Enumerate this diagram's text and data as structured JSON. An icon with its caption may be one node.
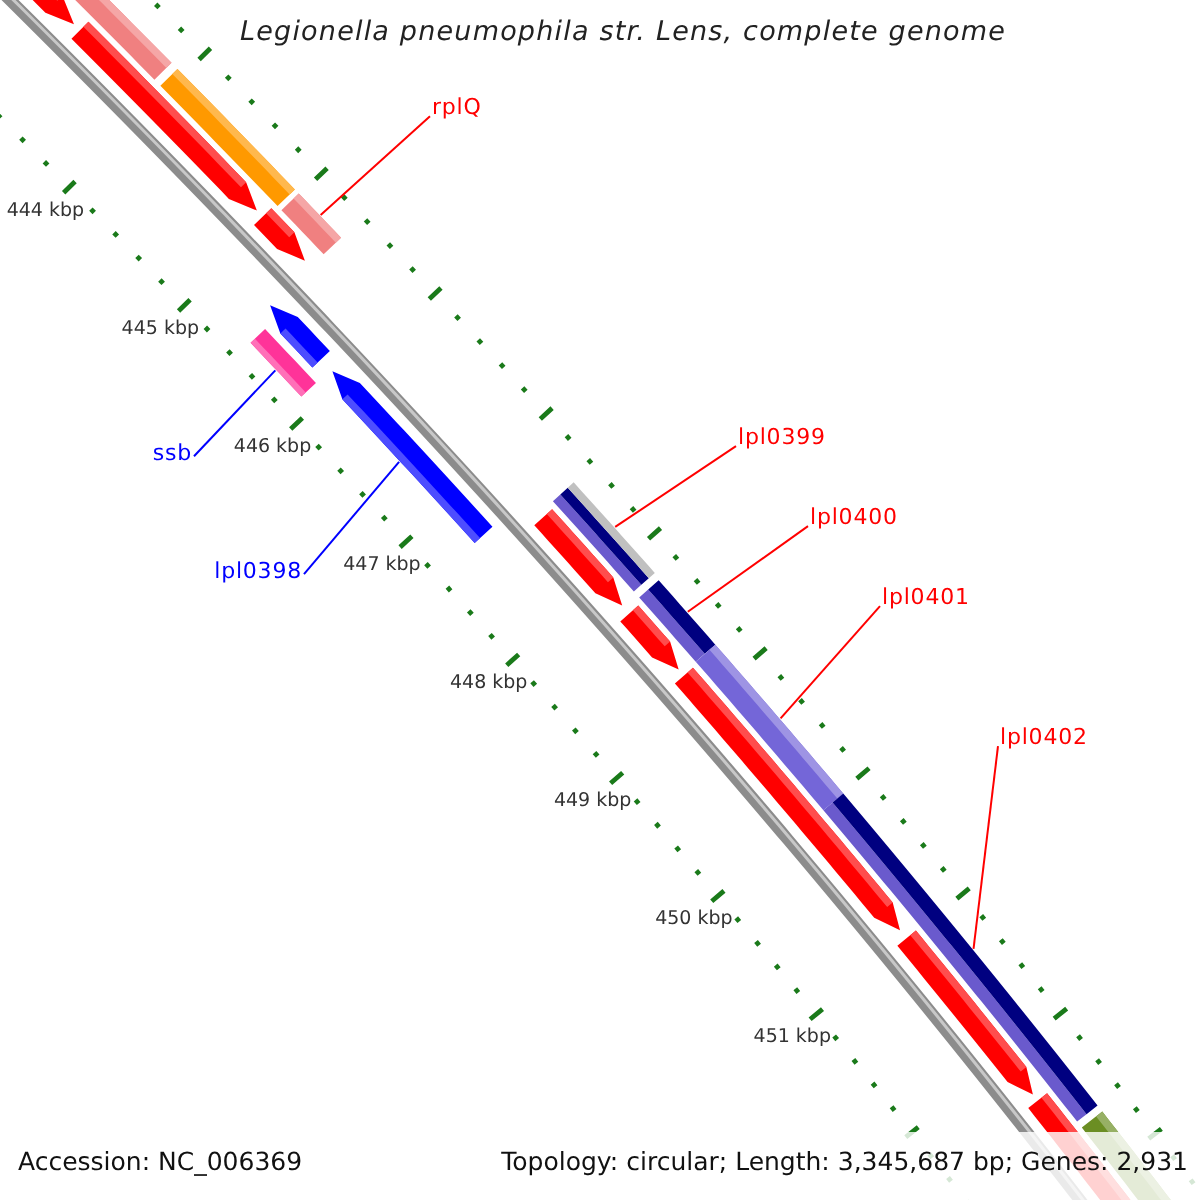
{
  "diagram": {
    "title": "Legionella pneumophila str. Lens, complete genome",
    "nodes": [
      {
        "text": [
          "rplQ"
        ]
      },
      {
        "text": [],
        "shape": "bar"
      },
      {
        "text": [
          "ssb"
        ]
      },
      {
        "text": [],
        "shape": "bar"
      },
      {
        "text": [
          "lpl0398"
        ]
      },
      {
        "text": [],
        "shape": "bar"
      },
      {
        "text": [
          "lpl0399"
        ]
      },
      {
        "text": [],
        "shape": "bar"
      },
      {
        "text": [
          "lpl0400"
        ]
      },
      {
        "text": [],
        "shape": "bar"
      },
      {
        "text": [
          "lpl0401"
        ]
      },
      {
        "text": [],
        "shape": "bar"
      },
      {
        "text": [
          "lpl0402"
        ]
      },
      {
        "text": [],
        "shape": "bar"
      }
    ],
    "edges": [
      {
        "from": 0,
        "to": 1,
        "arrow": "none"
      },
      {
        "from": 2,
        "to": 3,
        "arrow": "none",
        "color": "#0000ff"
      },
      {
        "from": 4,
        "to": 5,
        "arrow": "none",
        "color": "#0000ff"
      },
      {
        "from": 6,
        "to": 7,
        "arrow": "none"
      },
      {
        "from": 8,
        "to": 9,
        "arrow": "none"
      },
      {
        "from": 10,
        "to": 11,
        "arrow": "none"
      },
      {
        "from": 12,
        "to": 13,
        "arrow": "none"
      }
    ],
    "labels": [
      "444 kbp",
      "445 kbp",
      "446 kbp",
      "447 kbp",
      "448 kbp",
      "449 kbp",
      "450 kbp",
      "451 kbp",
      "Accession: NC_006369",
      "Topology: circular; Length: 3,345,687 bp; Genes: 2,931"
    ]
  }
}
